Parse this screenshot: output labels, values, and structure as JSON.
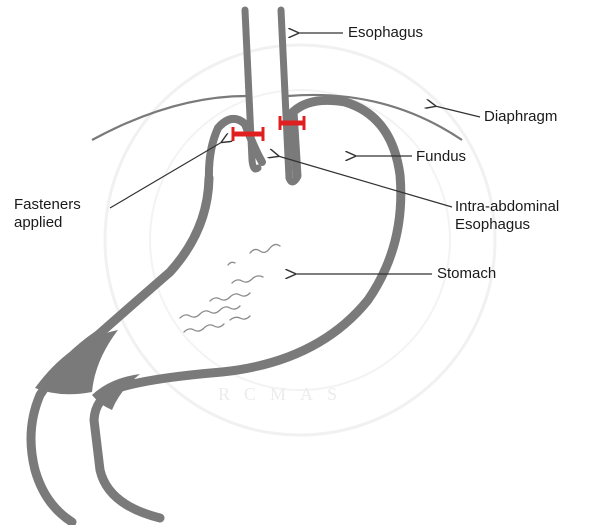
{
  "labels": {
    "esophagus": "Esophagus",
    "diaphragm": "Diaphragm",
    "fundus": "Fundus",
    "fasteners": "Fasteners\napplied",
    "intra_abdominal": "Intra-abdominal\nEsophagus",
    "stomach": "Stomach"
  },
  "watermark": {
    "text": "RCMAS"
  },
  "colors": {
    "organ": "#7a7a7a",
    "diaphragm_line": "#7a7a7a",
    "fastener": "#e02020",
    "arrow": "#333333",
    "rugae": "#8a8a8a",
    "text": "#1a1a1a"
  }
}
